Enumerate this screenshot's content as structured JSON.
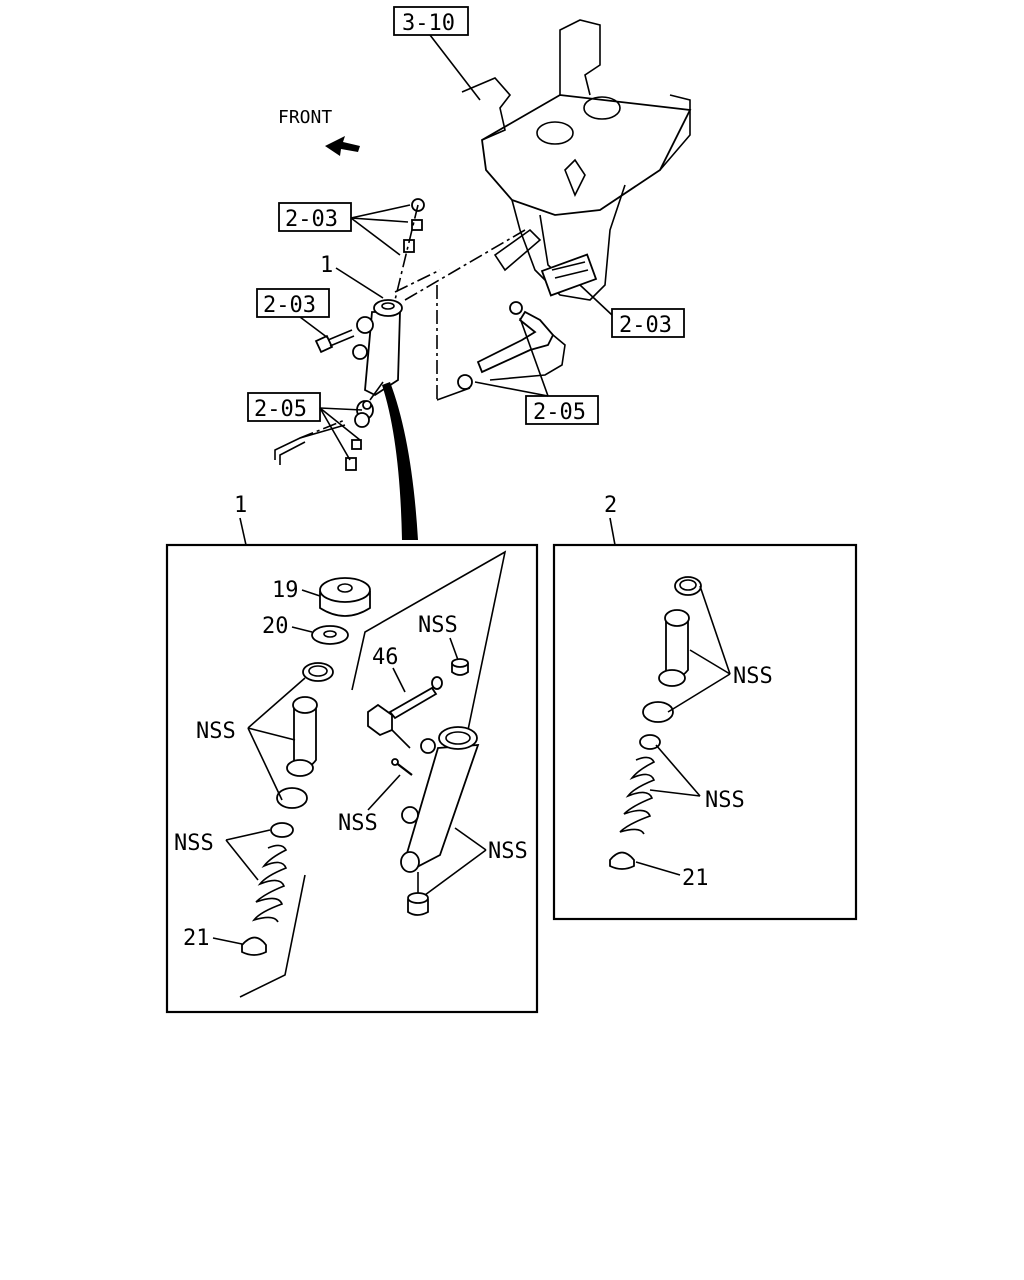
{
  "direction": {
    "label": "FRONT",
    "arrow_icon": "arrow-left-icon"
  },
  "references": {
    "bracket_ref": "3-10",
    "pedal_ref_1": "2-03",
    "pedal_ref_2": "2-03",
    "pedal_ref_3": "2-03",
    "hose_ref_1": "2-05",
    "hose_ref_2": "2-05"
  },
  "callouts": {
    "cylinder_main": "1",
    "cylinder_detail": "1",
    "kit_detail": "2"
  },
  "detail_1": {
    "part_19": "19",
    "part_20": "20",
    "part_46": "46",
    "part_21": "21",
    "nss_a": "NSS",
    "nss_b": "NSS",
    "nss_c": "NSS",
    "nss_d": "NSS",
    "nss_e": "NSS"
  },
  "detail_2": {
    "nss_a": "NSS",
    "nss_b": "NSS",
    "part_21": "21"
  }
}
